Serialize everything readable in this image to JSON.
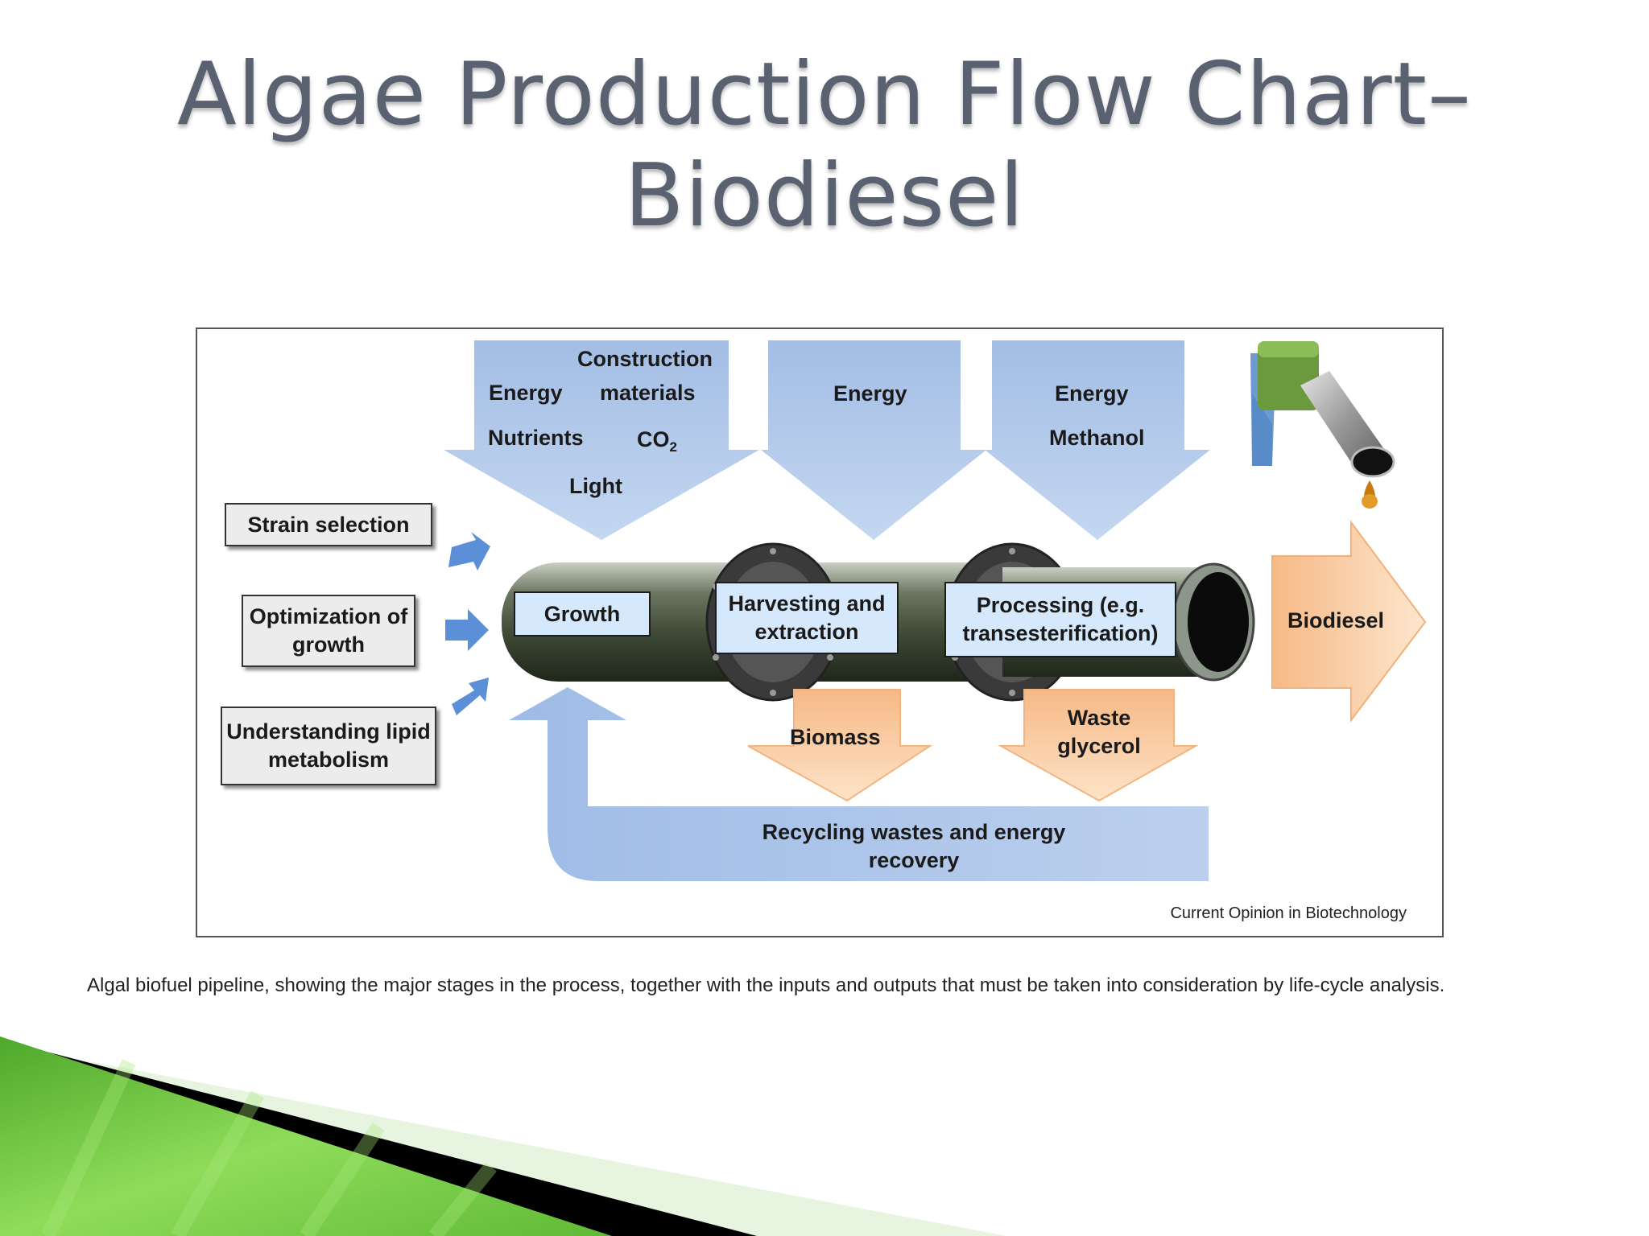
{
  "slide": {
    "title_line1": "Algae Production Flow Chart–",
    "title_line2": "Biodiesel",
    "caption": "Algal biofuel pipeline, showing the major stages in the process, together with the inputs and outputs that must be taken into consideration by life-cycle analysis."
  },
  "diagram": {
    "inputs_growth": {
      "construction": "Construction",
      "energy": "Energy",
      "materials": "materials",
      "nutrients": "Nutrients",
      "co2_base": "CO",
      "co2_sub": "2",
      "light": "Light"
    },
    "inputs_harvest": {
      "energy": "Energy"
    },
    "inputs_processing": {
      "energy": "Energy",
      "methanol": "Methanol"
    },
    "left_boxes": {
      "strain": "Strain selection",
      "optimization": "Optimization of growth",
      "lipid": "Understanding lipid metabolism"
    },
    "stages": {
      "growth": "Growth",
      "harvesting": "Harvesting and extraction",
      "processing": "Processing (e.g. transesterification)"
    },
    "output": "Biodiesel",
    "byproducts": {
      "biomass": "Biomass",
      "waste": "Waste glycerol"
    },
    "recycling": "Recycling wastes and energy recovery",
    "credit": "Current Opinion in Biotechnology",
    "colors": {
      "input_arrow": "#a9c3e6",
      "output_arrow": "#f8c89a",
      "stage_fill": "#d6e8fb",
      "pipe": "#4f5a45",
      "title": "#5a6272",
      "corner_green": "#6cc644"
    }
  }
}
